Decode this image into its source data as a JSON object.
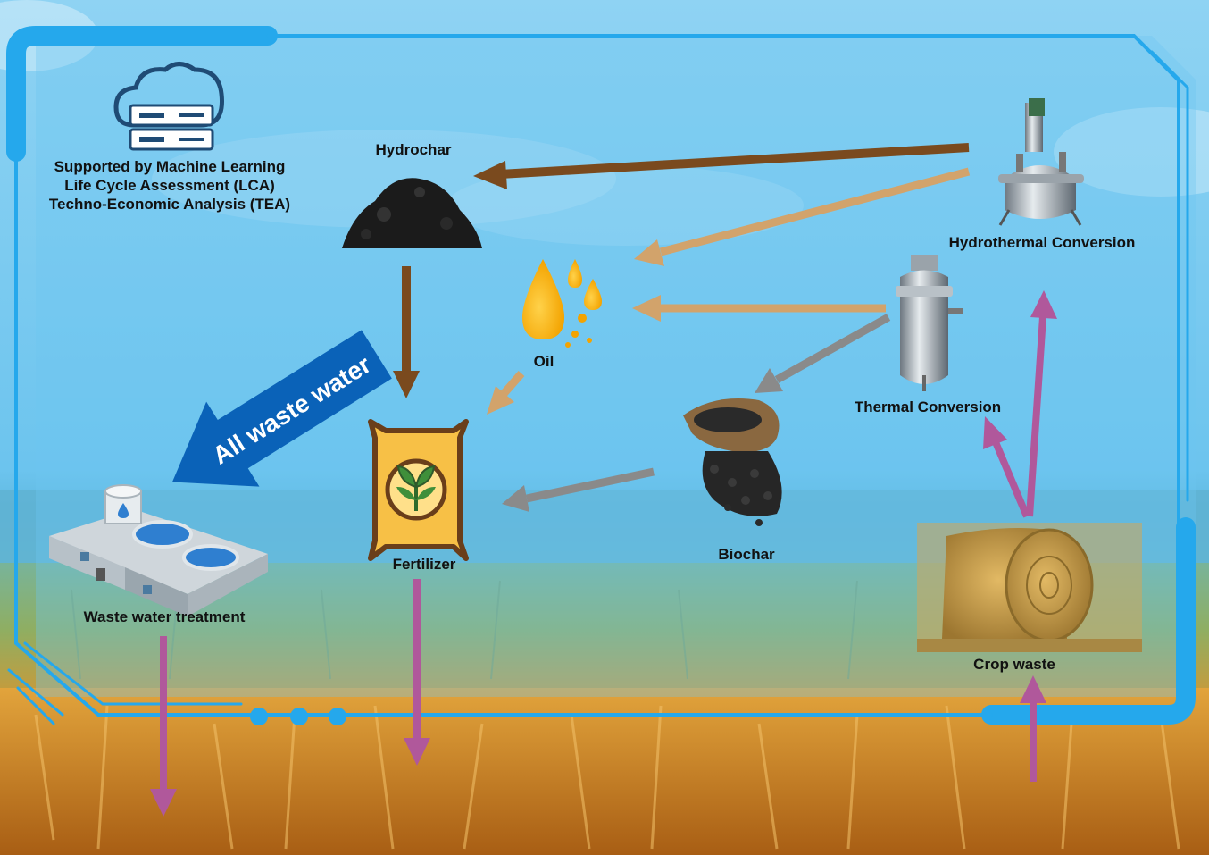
{
  "info_box": {
    "line1": "Supported by Machine Learning",
    "line2": "Life Cycle Assessment (LCA)",
    "line3": "Techno-Economic Analysis (TEA)"
  },
  "nodes": {
    "hydrochar": "Hydrochar",
    "hydrothermal": "Hydrothermal Conversion",
    "oil": "Oil",
    "thermal": "Thermal Conversion",
    "biochar": "Biochar",
    "fertilizer": "Fertilizer",
    "wastewater": "Waste water treatment",
    "cropwaste": "Crop waste"
  },
  "banner": {
    "text": "All waste water"
  },
  "colors": {
    "brown_arrow": "#7a4a1e",
    "tan_arrow": "#d2a36b",
    "gray_arrow": "#8a8a8a",
    "purple_arrow": "#b0589b",
    "banner_blue": "#0a62b8",
    "frame_blue": "#25a8ec"
  }
}
